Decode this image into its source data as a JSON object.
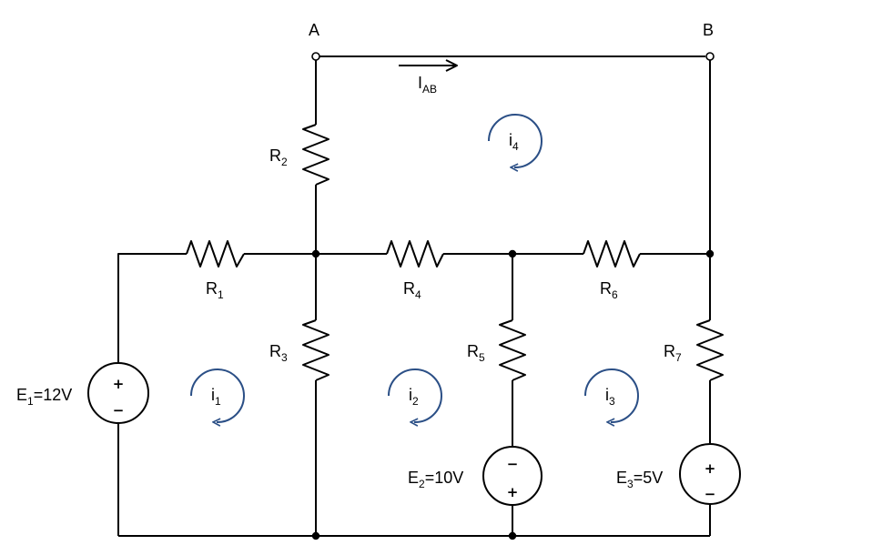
{
  "terminals": {
    "a": "A",
    "b": "B"
  },
  "current_ab": {
    "base": "I",
    "sub": "AB"
  },
  "resistors": [
    {
      "base": "R",
      "sub": "1"
    },
    {
      "base": "R",
      "sub": "2"
    },
    {
      "base": "R",
      "sub": "3"
    },
    {
      "base": "R",
      "sub": "4"
    },
    {
      "base": "R",
      "sub": "5"
    },
    {
      "base": "R",
      "sub": "6"
    },
    {
      "base": "R",
      "sub": "7"
    }
  ],
  "sources": [
    {
      "base": "E",
      "sub": "1",
      "value": "=12V"
    },
    {
      "base": "E",
      "sub": "2",
      "value": "=10V"
    },
    {
      "base": "E",
      "sub": "3",
      "value": "=5V"
    }
  ],
  "loops": [
    {
      "base": "i",
      "sub": "1"
    },
    {
      "base": "i",
      "sub": "2"
    },
    {
      "base": "i",
      "sub": "3"
    },
    {
      "base": "i",
      "sub": "4"
    }
  ],
  "signs": {
    "plus": "+",
    "minus": "−"
  },
  "colors": {
    "wire": "#000000",
    "loop_arrow": "#2b4f86"
  }
}
